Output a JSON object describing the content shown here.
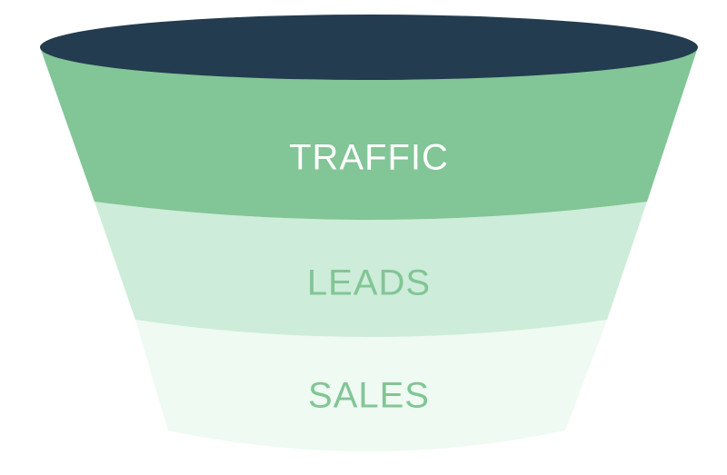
{
  "funnel": {
    "stages": [
      {
        "label": "TRAFFIC",
        "fill": "#82c596",
        "text_color": "#ffffff"
      },
      {
        "label": "LEADS",
        "fill": "#cdecd9",
        "text_color": "#82c596"
      },
      {
        "label": "SALES",
        "fill": "#eefaf2",
        "text_color": "#82c596"
      }
    ],
    "rim_color": "#243c4f"
  }
}
